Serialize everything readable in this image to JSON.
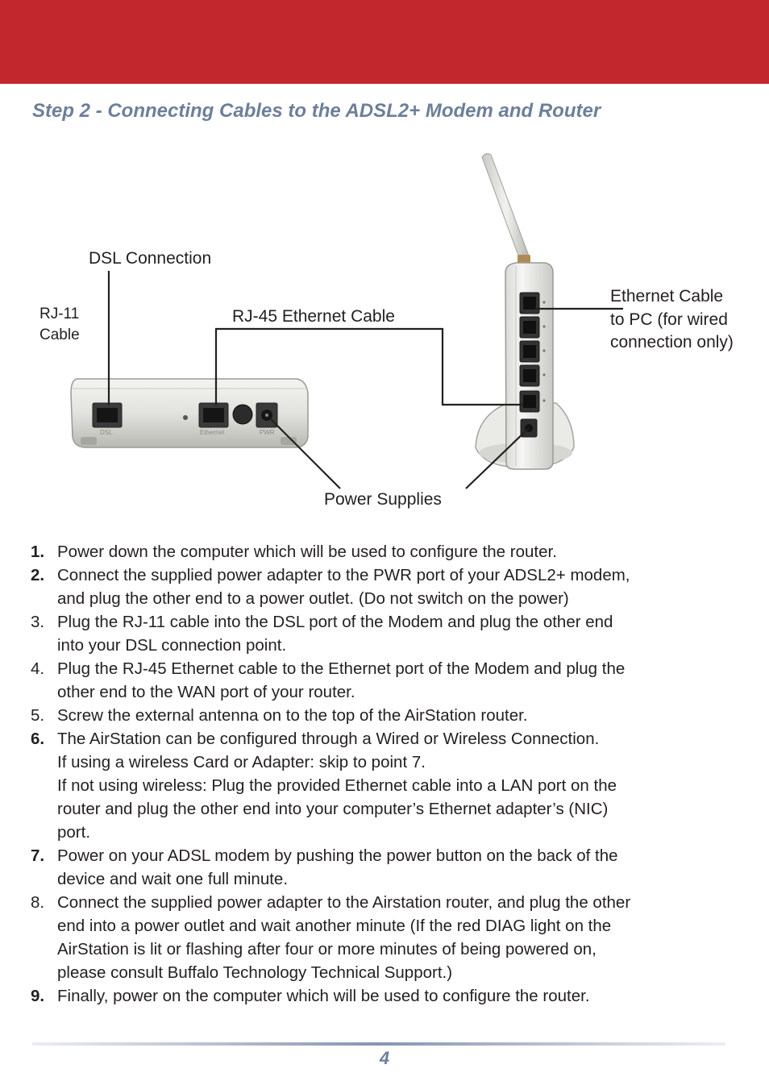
{
  "header": {
    "title": "Step 2 - Connecting Cables to the ADSL2+ Modem and Router"
  },
  "diagram": {
    "labels": {
      "dsl_connection": "DSL Connection",
      "rj11_line1": "RJ-11",
      "rj11_line2": "Cable",
      "rj45": "RJ-45 Ethernet Cable",
      "ethernet_pc_line1": "Ethernet Cable",
      "ethernet_pc_line2": "to PC (for wired",
      "ethernet_pc_line3": "connection only)",
      "power_supplies": "Power Supplies"
    },
    "modem_port_labels": {
      "dsl": "DSL",
      "ethernet": "Ethernet",
      "pwr": "PWR"
    }
  },
  "steps": [
    {
      "num": "1.",
      "bold": true,
      "lines": [
        "Power down the computer which will be used to configure the router."
      ]
    },
    {
      "num": "2.",
      "bold": true,
      "lines": [
        "Connect the supplied power adapter to the PWR port of your ADSL2+ modem,",
        "and plug the other end to a power outlet. (Do not switch on the power)"
      ]
    },
    {
      "num": "3.",
      "bold": false,
      "lines": [
        "Plug the RJ-11 cable into the DSL port of the Modem and plug the other end",
        "into your DSL connection point."
      ]
    },
    {
      "num": "4.",
      "bold": false,
      "lines": [
        "Plug the RJ-45 Ethernet cable to the Ethernet port of the Modem and plug the",
        "other end to the WAN port of your router."
      ]
    },
    {
      "num": "5.",
      "bold": false,
      "lines": [
        "Screw the external antenna on to the top of the AirStation router."
      ]
    },
    {
      "num": "6.",
      "bold": true,
      "lines": [
        "The AirStation can be configured through a Wired or Wireless Connection.",
        "If using a wireless Card or Adapter: skip to point 7.",
        "If not using wireless:  Plug the provided Ethernet cable into a LAN port on the",
        "router and plug the other end into your computer’s Ethernet adapter’s (NIC)",
        "port."
      ]
    },
    {
      "num": "7.",
      "bold": true,
      "lines": [
        "Power on your ADSL modem by pushing the power button on the back of the",
        "device and wait one full minute."
      ]
    },
    {
      "num": "8.",
      "bold": false,
      "lines": [
        "Connect the supplied power adapter to the Airstation router, and plug the other",
        "end into a power outlet and wait another minute (If the red DIAG light on the",
        "AirStation is lit or flashing after four or more minutes of being powered on,",
        "please consult Buffalo Technology Technical Support.)"
      ]
    },
    {
      "num": "9.",
      "bold": true,
      "lines": [
        "Finally, power on the computer which will be used to configure the router."
      ]
    }
  ],
  "footer": {
    "page_number": "4"
  },
  "colors": {
    "banner": "#c1272d",
    "title": "#6d7f99",
    "text": "#231f20"
  }
}
